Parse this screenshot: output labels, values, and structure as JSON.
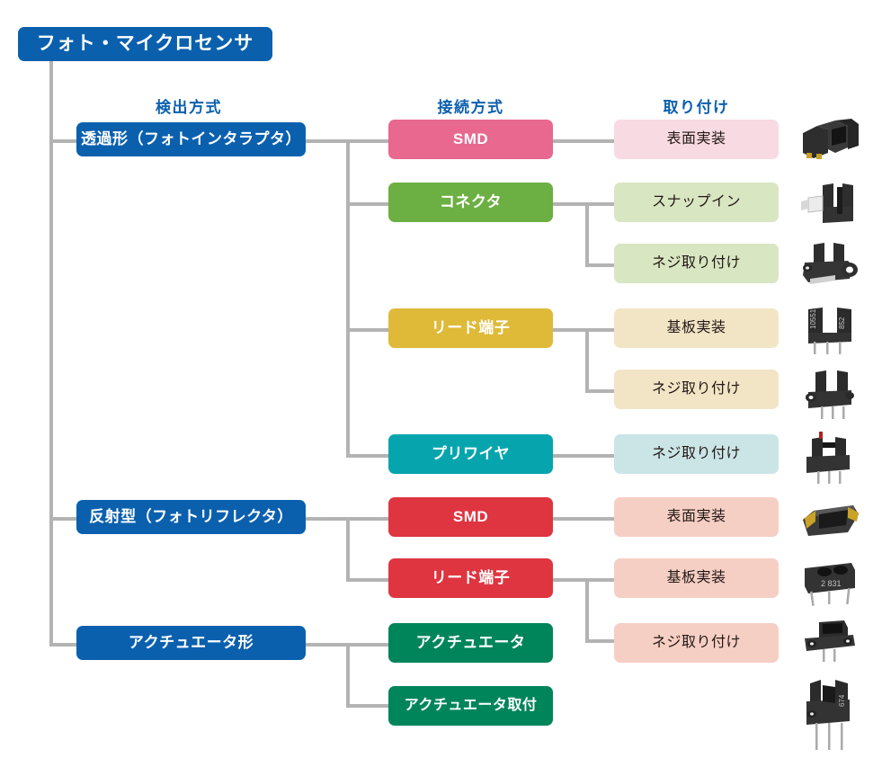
{
  "diagram": {
    "title": "フォト・マイクロセンサ",
    "root": {
      "label": "フォト・マイクロセンサ",
      "color": "#0B60AE"
    },
    "column_headers": [
      {
        "label": "検出方式",
        "color": "#0B60AE"
      },
      {
        "label": "接続方式",
        "color": "#0B60AE"
      },
      {
        "label": "取り付け",
        "color": "#0B60AE"
      }
    ],
    "level1": [
      {
        "label": "透過形（フォトインタラプタ）",
        "color": "#0B60AE",
        "text_color": "#FFFFFF"
      },
      {
        "label": "反射型（フォトリフレクタ）",
        "color": "#0B60AE",
        "text_color": "#FFFFFF"
      },
      {
        "label": "アクチュエータ形",
        "color": "#0B60AE",
        "text_color": "#FFFFFF"
      }
    ],
    "level2": [
      {
        "label": "SMD",
        "color": "#E8688F",
        "text_color": "#FFFFFF"
      },
      {
        "label": "コネクタ",
        "color": "#6CAF42",
        "text_color": "#FFFFFF"
      },
      {
        "label": "リード端子",
        "color": "#DEBA38",
        "text_color": "#FFFFFF"
      },
      {
        "label": "プリワイヤ",
        "color": "#06A5AE",
        "text_color": "#FFFFFF"
      },
      {
        "label": "SMD",
        "color": "#DE3540",
        "text_color": "#FFFFFF"
      },
      {
        "label": "リード端子",
        "color": "#DE3540",
        "text_color": "#FFFFFF"
      },
      {
        "label": "アクチュエータ",
        "color": "#00855A",
        "text_color": "#FFFFFF"
      },
      {
        "label": "アクチュエータ取付",
        "color": "#00855A",
        "text_color": "#FFFFFF"
      }
    ],
    "level3": [
      {
        "label": "表面実装",
        "color": "#F8DAE2",
        "text_color": "#231815"
      },
      {
        "label": "スナップイン",
        "color": "#D8E6C2",
        "text_color": "#231815"
      },
      {
        "label": "ネジ取り付け",
        "color": "#D8E6C2",
        "text_color": "#231815"
      },
      {
        "label": "基板実装",
        "color": "#F2E5C6",
        "text_color": "#231815"
      },
      {
        "label": "ネジ取り付け",
        "color": "#F2E5C6",
        "text_color": "#231815"
      },
      {
        "label": "ネジ取り付け",
        "color": "#CBE5E7",
        "text_color": "#231815"
      },
      {
        "label": "表面実装",
        "color": "#F6CFC4",
        "text_color": "#231815"
      },
      {
        "label": "基板実装",
        "color": "#F6CFC4",
        "text_color": "#231815"
      },
      {
        "label": "ネジ取り付け",
        "color": "#F6CFC4",
        "text_color": "#231815"
      }
    ],
    "photos": [
      {
        "name": "photo-transmissive-smd"
      },
      {
        "name": "photo-transmissive-connector-snapin"
      },
      {
        "name": "photo-transmissive-connector-screw"
      },
      {
        "name": "photo-transmissive-lead-pcb"
      },
      {
        "name": "photo-transmissive-lead-screw"
      },
      {
        "name": "photo-transmissive-prewire-screw"
      },
      {
        "name": "photo-reflective-smd"
      },
      {
        "name": "photo-reflective-lead-pcb"
      },
      {
        "name": "photo-actuator-screw"
      },
      {
        "name": "photo-actuator-mount"
      }
    ],
    "line_color": "#B3B3B3"
  }
}
